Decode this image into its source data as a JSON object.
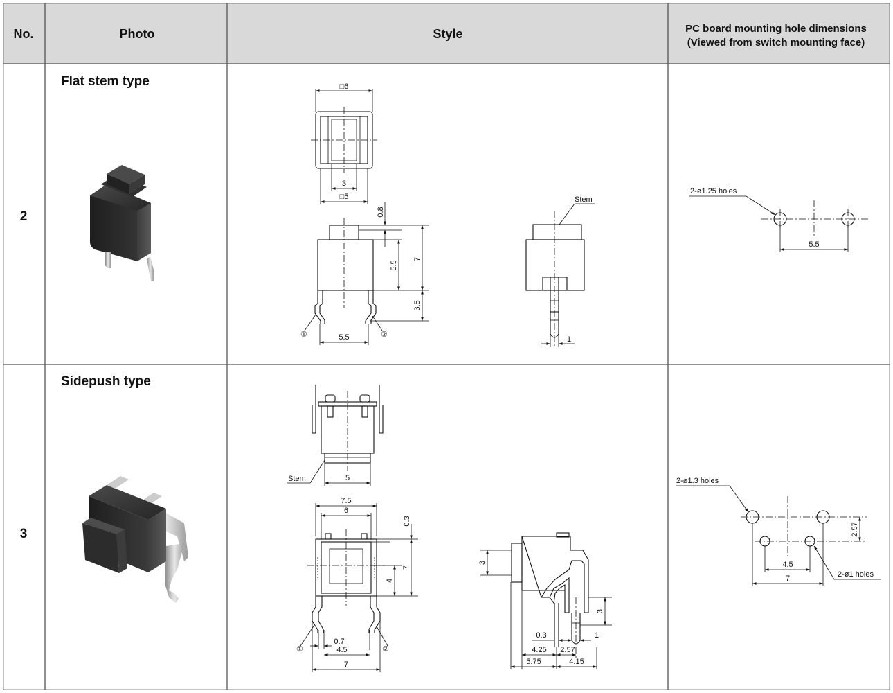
{
  "header": {
    "col_no": "No.",
    "col_photo": "Photo",
    "col_style": "Style",
    "col_pcb_line1": "PC board mounting hole dimensions",
    "col_pcb_line2": "(Viewed from switch mounting face)"
  },
  "rows": [
    {
      "no": "2",
      "title": "Flat stem type",
      "style_dims": {
        "top_width": "□6",
        "inner_width": "3",
        "body_width": "□5",
        "stem_height": "0.8",
        "body_height": "5.5",
        "total_height": "7",
        "terminal_length": "3.5",
        "terminal_pitch": "5.5",
        "terminal_1": "①",
        "terminal_2": "②",
        "stem_label": "Stem",
        "terminal_width": "1"
      },
      "pcb": {
        "holes_label": "2-ø1.25 holes",
        "pitch": "5.5"
      }
    },
    {
      "no": "3",
      "title": "Sidepush type",
      "style_dims": {
        "stem_label": "Stem",
        "stem_width": "5",
        "bracket_width": "7.5",
        "body_width": "6",
        "top_offset": "0.3",
        "side_height": "7",
        "side_offset": "4",
        "lead_width": "0.7",
        "lead_pitch": "4.5",
        "overall_pitch": "7",
        "terminal_1": "①",
        "terminal_2": "②",
        "side_stem_height": "3",
        "lead_height": "3",
        "lead_thickness": "0.3",
        "lead_tab": "1",
        "pitch_a": "4.25",
        "pitch_b": "2.57",
        "pitch_c": "5.75",
        "pitch_d": "4.15"
      },
      "pcb": {
        "holes_label_a": "2-ø1.3 holes",
        "holes_label_b": "2-ø1 holes",
        "vertical_offset": "2.57",
        "inner_pitch": "4.5",
        "outer_pitch": "7"
      }
    }
  ]
}
